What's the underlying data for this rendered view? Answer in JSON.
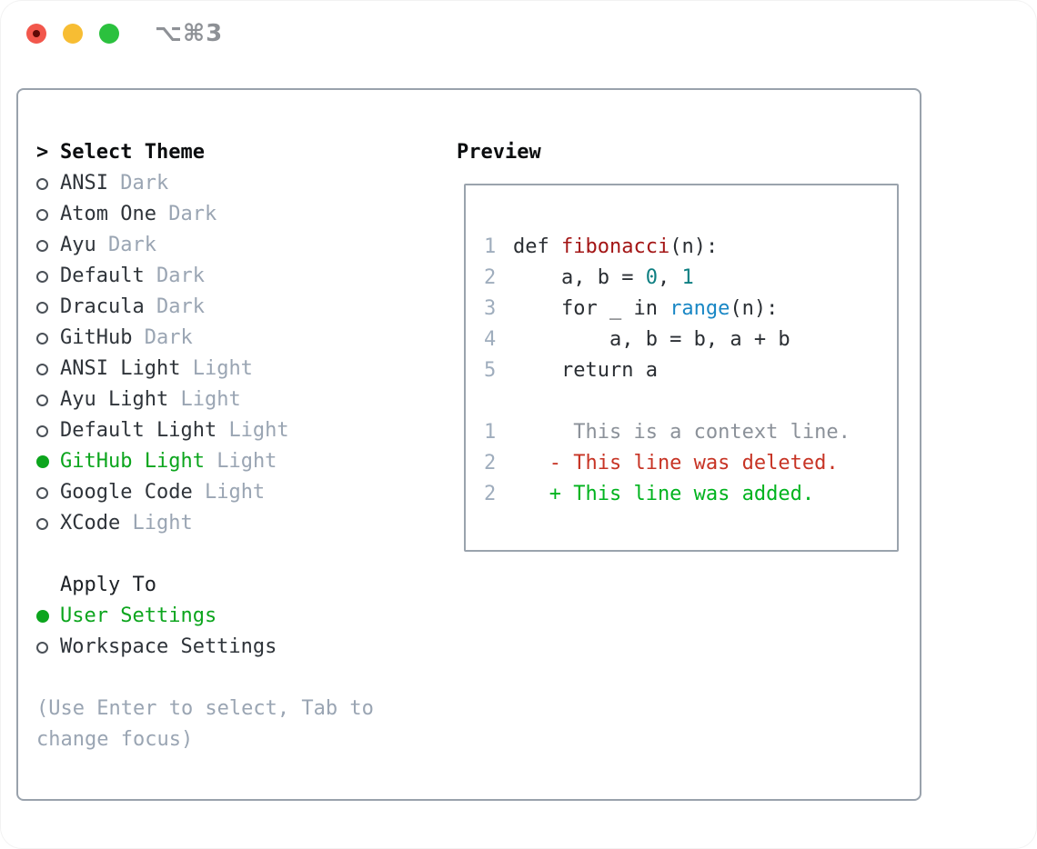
{
  "window": {
    "title": "⌥⌘3",
    "traffic_lights": {
      "close": "red-with-unsaved-dot",
      "minimize": "yellow",
      "zoom": "green"
    }
  },
  "theme_panel": {
    "header": {
      "caret": ">",
      "label": "Select Theme"
    },
    "themes": [
      {
        "name": "ANSI",
        "tag": "Dark",
        "selected": false
      },
      {
        "name": "Atom One",
        "tag": "Dark",
        "selected": false
      },
      {
        "name": "Ayu",
        "tag": "Dark",
        "selected": false
      },
      {
        "name": "Default",
        "tag": "Dark",
        "selected": false
      },
      {
        "name": "Dracula",
        "tag": "Dark",
        "selected": false
      },
      {
        "name": "GitHub",
        "tag": "Dark",
        "selected": false
      },
      {
        "name": "ANSI Light",
        "tag": "Light",
        "selected": false
      },
      {
        "name": "Ayu Light",
        "tag": "Light",
        "selected": false
      },
      {
        "name": "Default Light",
        "tag": "Light",
        "selected": false
      },
      {
        "name": "GitHub Light",
        "tag": "Light",
        "selected": true
      },
      {
        "name": "Google Code",
        "tag": "Light",
        "selected": false
      },
      {
        "name": "XCode",
        "tag": "Light",
        "selected": false
      }
    ],
    "apply_to": {
      "label": "Apply To",
      "options": [
        {
          "name": "User Settings",
          "selected": true
        },
        {
          "name": "Workspace Settings",
          "selected": false
        }
      ]
    },
    "hint_line1": "(Use Enter to select, Tab to",
    "hint_line2": "change focus)"
  },
  "preview": {
    "label": "Preview",
    "code_lines": [
      {
        "n": "1",
        "tokens": [
          {
            "t": "def ",
            "c": "fg"
          },
          {
            "t": "fibonacci",
            "c": "func"
          },
          {
            "t": "(n):",
            "c": "fg"
          }
        ]
      },
      {
        "n": "2",
        "tokens": [
          {
            "t": "    a, b = ",
            "c": "fg"
          },
          {
            "t": "0",
            "c": "num"
          },
          {
            "t": ", ",
            "c": "fg"
          },
          {
            "t": "1",
            "c": "num"
          }
        ]
      },
      {
        "n": "3",
        "tokens": [
          {
            "t": "    for _ in ",
            "c": "fg"
          },
          {
            "t": "range",
            "c": "builtin"
          },
          {
            "t": "(n):",
            "c": "fg"
          }
        ]
      },
      {
        "n": "4",
        "tokens": [
          {
            "t": "        a, b = b, a + b",
            "c": "fg"
          }
        ]
      },
      {
        "n": "5",
        "tokens": [
          {
            "t": "    return a",
            "c": "fg"
          }
        ]
      },
      {
        "n": "",
        "tokens": []
      },
      {
        "n": "1",
        "tokens": [
          {
            "t": "     This is a context line.",
            "c": "ctx"
          }
        ]
      },
      {
        "n": "2",
        "tokens": [
          {
            "t": "   - This line was deleted.",
            "c": "del"
          }
        ]
      },
      {
        "n": "2",
        "tokens": [
          {
            "t": "   + This line was added.",
            "c": "add"
          }
        ]
      }
    ]
  },
  "colors": {
    "panel_border": "#99a2ac",
    "selected_green": "#0ca51d",
    "tag_gray": "#9aa5b3",
    "line_number": "#9fadbd",
    "code_fg": "#2a2e33",
    "function_red": "#a31515",
    "number_teal": "#0e7f82",
    "builtin_blue": "#1987c5",
    "context_gray": "#8b9199",
    "deleted_red": "#c73425",
    "added_green": "#00b31e",
    "traffic_red": "#f2574c",
    "traffic_yellow": "#f7bd33",
    "traffic_green": "#2bc13e"
  }
}
